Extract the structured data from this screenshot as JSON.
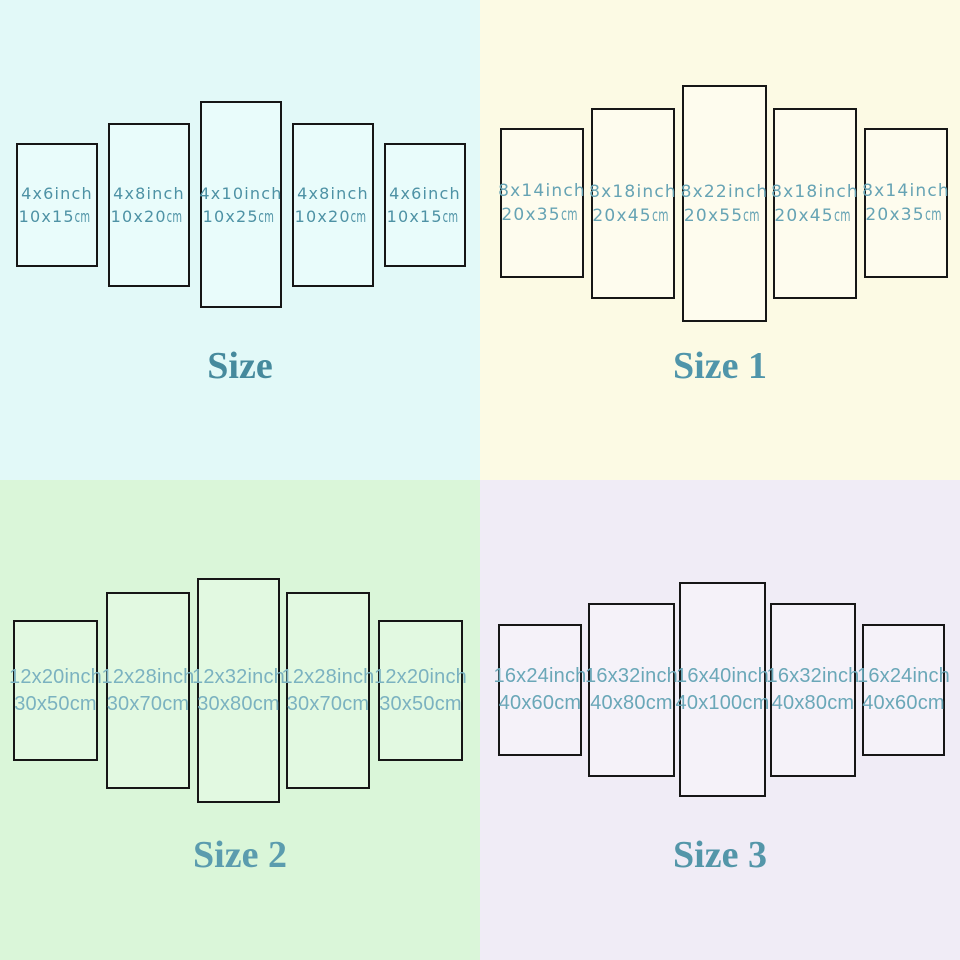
{
  "border_color": "#161616",
  "quadrants": [
    {
      "title": "Size",
      "colors": {
        "bg": "#e2f9f8",
        "panel": "#e9fcfb",
        "label": "#4e92a5",
        "title": "#468a9d"
      },
      "panels": [
        {
          "inch": "4x6inch",
          "cm": "10x15cm"
        },
        {
          "inch": "4x8inch",
          "cm": "10x20cm"
        },
        {
          "inch": "4x10inch",
          "cm": "10x25cm"
        },
        {
          "inch": "4x8inch",
          "cm": "10x20cm"
        },
        {
          "inch": "4x6inch",
          "cm": "10x15cm"
        }
      ]
    },
    {
      "title": "Size 1",
      "colors": {
        "bg": "#fcfae4",
        "panel": "#fefcee",
        "label": "#66a3b4",
        "title": "#5095aa"
      },
      "panels": [
        {
          "inch": "8x14inch",
          "cm": "20x35cm"
        },
        {
          "inch": "8x18inch",
          "cm": "20x45cm"
        },
        {
          "inch": "8x22inch",
          "cm": "20x55cm"
        },
        {
          "inch": "8x18inch",
          "cm": "20x45cm"
        },
        {
          "inch": "8x14inch",
          "cm": "20x35cm"
        }
      ]
    },
    {
      "title": "Size 2",
      "colors": {
        "bg": "#daf6d9",
        "panel": "#e2f9e1",
        "label": "#7bb2c0",
        "title": "#5b9cae"
      },
      "panels": [
        {
          "inch": "12x20inch",
          "cm": "30x50cm"
        },
        {
          "inch": "12x28inch",
          "cm": "30x70cm"
        },
        {
          "inch": "12x32inch",
          "cm": "30x80cm"
        },
        {
          "inch": "12x28inch",
          "cm": "30x70cm"
        },
        {
          "inch": "12x20inch",
          "cm": "30x50cm"
        }
      ]
    },
    {
      "title": "Size 3",
      "colors": {
        "bg": "#f0ecf6",
        "panel": "#f5f2f9",
        "label": "#6aa7b8",
        "title": "#5496a9"
      },
      "panels": [
        {
          "inch": "16x24inch",
          "cm": "40x60cm"
        },
        {
          "inch": "16x32inch",
          "cm": "40x80cm"
        },
        {
          "inch": "16x40inch",
          "cm": "40x100cm"
        },
        {
          "inch": "16x32inch",
          "cm": "40x80cm"
        },
        {
          "inch": "16x24inch",
          "cm": "40x60cm"
        }
      ]
    }
  ]
}
